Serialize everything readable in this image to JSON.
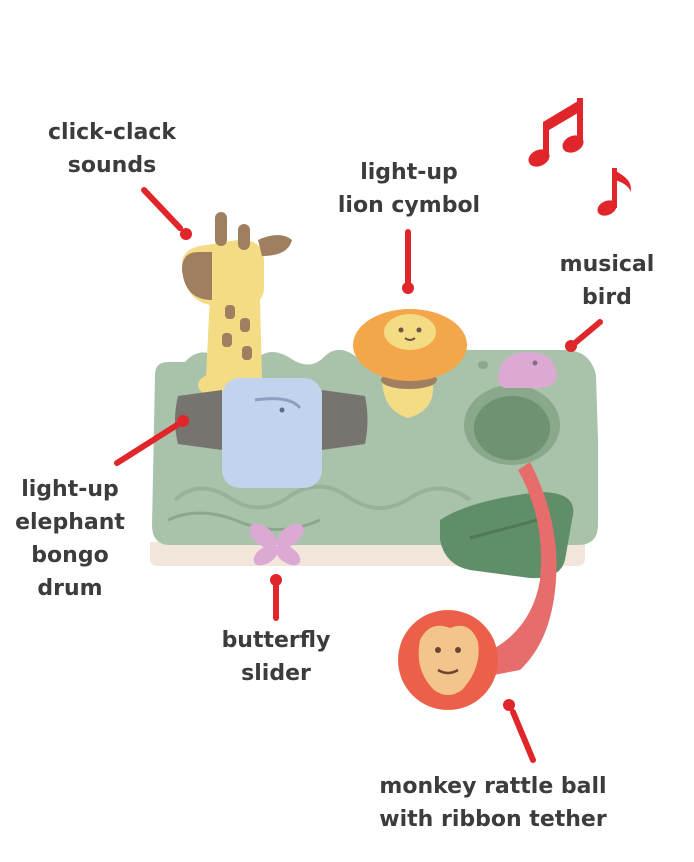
{
  "labels": {
    "click_clack": {
      "line1": "click-clack",
      "line2": "sounds"
    },
    "lion_cymbol": {
      "line1": "light-up",
      "line2": "lion cymbol"
    },
    "musical_bird": {
      "line1": "musical",
      "line2": "bird"
    },
    "elephant_drum": {
      "line1": "light-up",
      "line2": "elephant",
      "line3": "bongo",
      "line4": "drum"
    },
    "butterfly_slider": {
      "line1": "butterfly",
      "line2": "slider"
    },
    "monkey_ball": {
      "line1": "monkey rattle ball",
      "line2": "with ribbon tether"
    }
  },
  "colors": {
    "text": "#3c3c3c",
    "pointer": "#e0262a",
    "music_notes": "#e0262a",
    "toy_body": "#a9c3ab",
    "toy_base": "#f2e6da",
    "leaf": "#5f8e69",
    "giraffe": "#f3dc84",
    "giraffe_spots": "#a07f60",
    "elephant": "#c2d3ee",
    "elephant_ears": "#77736f",
    "lion": "#f4a64b",
    "bird": "#dca9d4",
    "butterfly": "#dca9d4",
    "monkey_ball": "#ec6049",
    "ribbon": "#e76d6d"
  }
}
